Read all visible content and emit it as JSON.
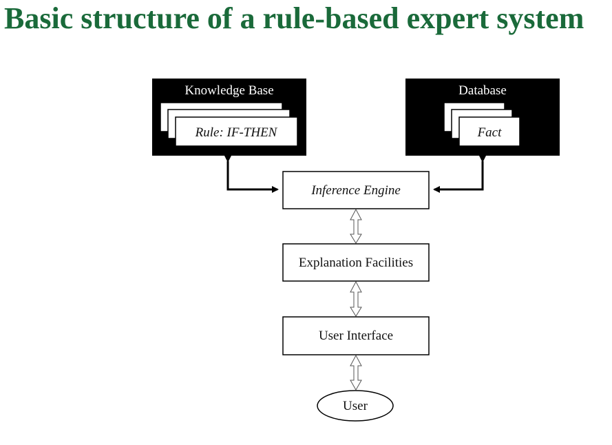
{
  "slide": {
    "title": "Basic structure of a rule-based expert system"
  },
  "diagram": {
    "knowledge_base": {
      "label": "Knowledge Base",
      "card_label": "Rule: IF-THEN"
    },
    "database": {
      "label": "Database",
      "card_label": "Fact"
    },
    "inference_engine": {
      "label": "Inference Engine"
    },
    "explanation_facilities": {
      "label": "Explanation Facilities"
    },
    "user_interface": {
      "label": "User Interface"
    },
    "user": {
      "label": "User"
    }
  }
}
